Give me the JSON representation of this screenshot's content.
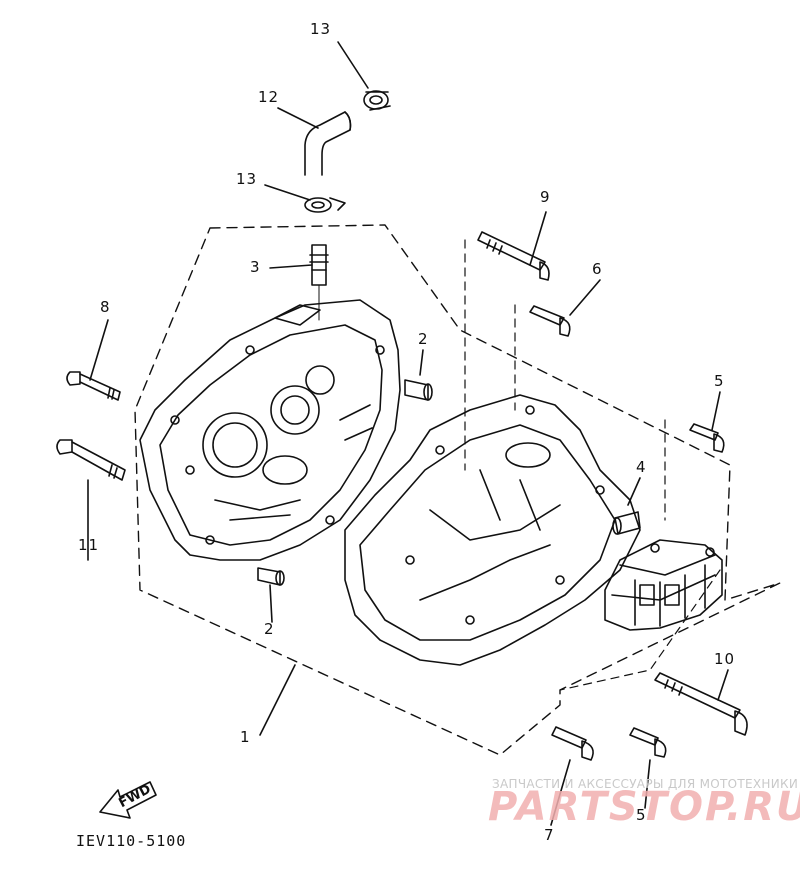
{
  "diagram": {
    "callouts": [
      {
        "id": "c13a",
        "text": "13"
      },
      {
        "id": "c12",
        "text": "12"
      },
      {
        "id": "c13b",
        "text": "13"
      },
      {
        "id": "c3",
        "text": "3"
      },
      {
        "id": "c8",
        "text": "8"
      },
      {
        "id": "c2a",
        "text": "2"
      },
      {
        "id": "c11",
        "text": "11"
      },
      {
        "id": "c2b",
        "text": "2"
      },
      {
        "id": "c9",
        "text": "9"
      },
      {
        "id": "c6",
        "text": "6"
      },
      {
        "id": "c5a",
        "text": "5"
      },
      {
        "id": "c4",
        "text": "4"
      },
      {
        "id": "c10",
        "text": "10"
      },
      {
        "id": "c1",
        "text": "1"
      },
      {
        "id": "c5b",
        "text": "5"
      },
      {
        "id": "c7",
        "text": "7"
      }
    ],
    "part_number": "IEV110-5100",
    "fwd_label": "FWD"
  },
  "watermark": {
    "tagline": "ЗАПЧАСТИ И АКСЕССУАРЫ ДЛЯ МОТОТЕХНИКИ",
    "brand": "PARTSTOP.RU",
    "brand_color": "#e88080"
  }
}
